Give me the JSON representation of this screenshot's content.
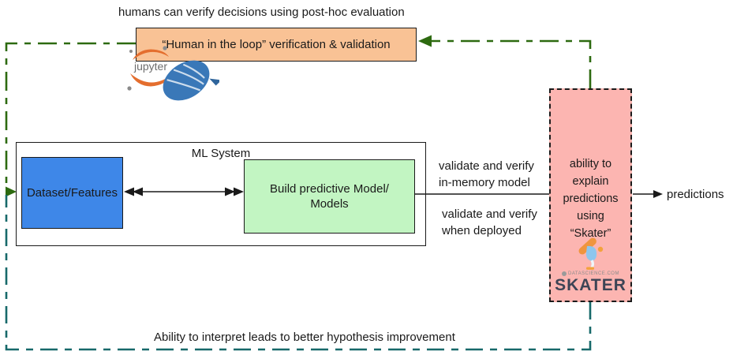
{
  "captions": {
    "top": "humans can verify decisions using post-hoc evaluation",
    "bottom": "Ability to interpret leads to better hypothesis improvement"
  },
  "human_loop_box": {
    "label": "“Human in the loop” verification & validation"
  },
  "jupyter_logo": {
    "label": "jupyter"
  },
  "ml_system": {
    "title": "ML System",
    "dataset_box": {
      "label": "Dataset/Features"
    },
    "model_box": {
      "label": "Build predictive Model/\nModels"
    }
  },
  "flow_labels": {
    "validate_in_memory": "validate and verify\nin-memory model",
    "validate_deployed": "validate and verify\nwhen deployed",
    "predictions": "predictions"
  },
  "skater_box": {
    "label": "ability to\nexplain\npredictions\nusing\n“Skater”",
    "brand": "DATASCIENCE.COM",
    "logo_text": "SKATER"
  },
  "colors": {
    "orange_box": "#f9c295",
    "blue_box": "#3e87e8",
    "green_box": "#c2f5c2",
    "pink_box": "#fcb5b1",
    "dark_green": "#2d6a10",
    "teal": "#17696a",
    "line_black": "#1a1a1a"
  }
}
